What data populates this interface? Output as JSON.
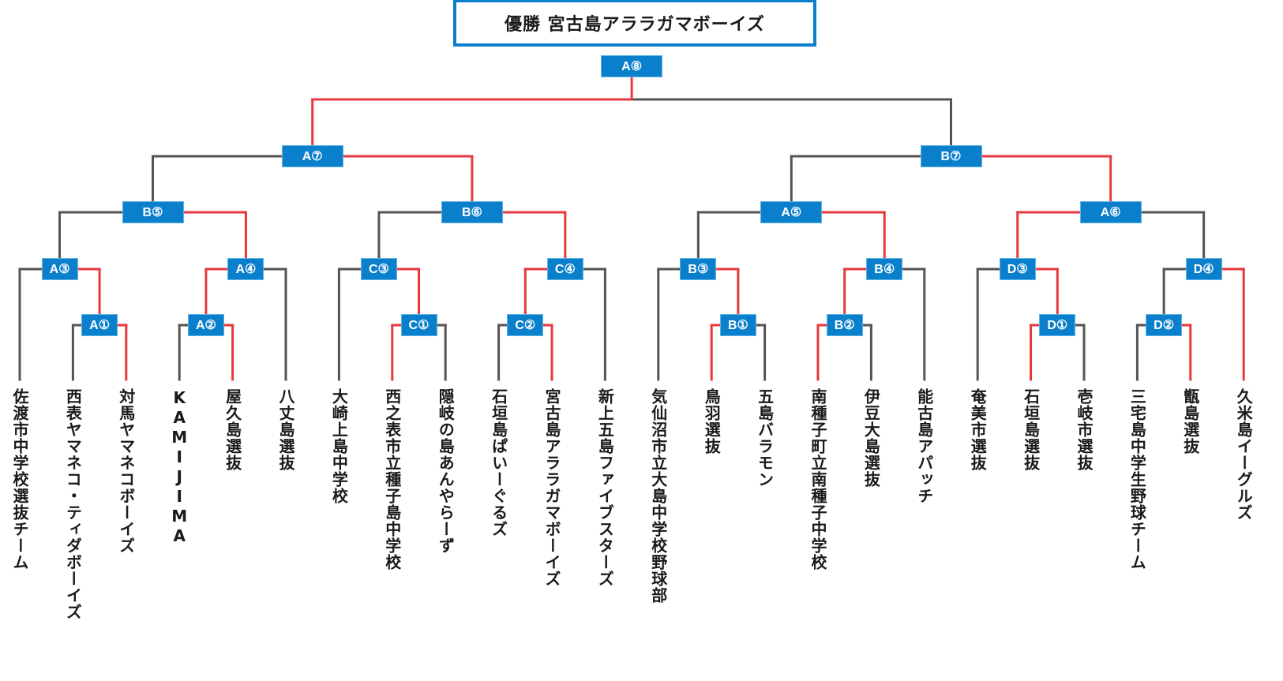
{
  "title": "優勝 宮古島アララガマボーイズ",
  "colors": {
    "match_box": "#0a7fcc",
    "winner_line": "#e8383d",
    "loser_line": "#5a5252",
    "title_border": "#0a7fcc"
  },
  "teams": [
    "佐渡市中学校選抜チーム",
    "西表ヤマネコ・ティダボーイズ",
    "対馬ヤマネコボーイズ",
    "KAMIJIMA",
    "屋久島選抜",
    "八丈島選抜",
    "大崎上島中学校",
    "西之表市立種子島中学校",
    "隠岐の島あんやらーず",
    "石垣島ぱいーぐるズ",
    "宮古島アララガマボーイズ",
    "新上五島ファイブスターズ",
    "気仙沼市立大島中学校野球部",
    "鳥羽選抜",
    "五島バラモン",
    "南種子町立南種子中学校",
    "伊豆大島選抜",
    "能古島アパッチ",
    "奄美市選抜",
    "石垣島選抜",
    "壱岐市選抜",
    "三宅島中学生野球チーム",
    "甑島選抜",
    "久米島イーグルズ"
  ],
  "matches": [
    {
      "id": "A1",
      "label": "A①",
      "left": "t1",
      "right": "t2",
      "winner": "right"
    },
    {
      "id": "A3",
      "label": "A③",
      "left": "t0",
      "right": "A1",
      "winner": "right"
    },
    {
      "id": "A2",
      "label": "A②",
      "left": "t3",
      "right": "t4",
      "winner": "right"
    },
    {
      "id": "A4",
      "label": "A④",
      "left": "A2",
      "right": "t5",
      "winner": "left"
    },
    {
      "id": "B5",
      "label": "B⑤",
      "left": "A3",
      "right": "A4",
      "winner": "right"
    },
    {
      "id": "C1",
      "label": "C①",
      "left": "t7",
      "right": "t8",
      "winner": "left"
    },
    {
      "id": "C3",
      "label": "C③",
      "left": "t6",
      "right": "C1",
      "winner": "right"
    },
    {
      "id": "C2",
      "label": "C②",
      "left": "t9",
      "right": "t10",
      "winner": "right"
    },
    {
      "id": "C4",
      "label": "C④",
      "left": "C2",
      "right": "t11",
      "winner": "left"
    },
    {
      "id": "B6",
      "label": "B⑥",
      "left": "C3",
      "right": "C4",
      "winner": "right"
    },
    {
      "id": "A7",
      "label": "A⑦",
      "left": "B5",
      "right": "B6",
      "winner": "right"
    },
    {
      "id": "B1",
      "label": "B①",
      "left": "t13",
      "right": "t14",
      "winner": "left"
    },
    {
      "id": "B3",
      "label": "B③",
      "left": "t12",
      "right": "B1",
      "winner": "right"
    },
    {
      "id": "B2",
      "label": "B②",
      "left": "t15",
      "right": "t16",
      "winner": "left"
    },
    {
      "id": "B4",
      "label": "B④",
      "left": "B2",
      "right": "t17",
      "winner": "left"
    },
    {
      "id": "A5",
      "label": "A⑤",
      "left": "B3",
      "right": "B4",
      "winner": "right"
    },
    {
      "id": "D1",
      "label": "D①",
      "left": "t19",
      "right": "t20",
      "winner": "left"
    },
    {
      "id": "D3",
      "label": "D③",
      "left": "t18",
      "right": "D1",
      "winner": "right"
    },
    {
      "id": "D2",
      "label": "D②",
      "left": "t21",
      "right": "t22",
      "winner": "right"
    },
    {
      "id": "D4",
      "label": "D④",
      "left": "D2",
      "right": "t23",
      "winner": "right"
    },
    {
      "id": "A6",
      "label": "A⑥",
      "left": "D3",
      "right": "D4",
      "winner": "left"
    },
    {
      "id": "B7",
      "label": "B⑦",
      "left": "A5",
      "right": "A6",
      "winner": "right"
    },
    {
      "id": "A8",
      "label": "A⑧",
      "left": "A7",
      "right": "B7",
      "winner": "left"
    }
  ]
}
